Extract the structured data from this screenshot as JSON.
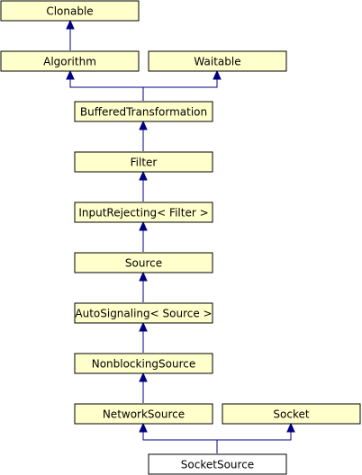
{
  "colors": {
    "node_fill": "#ffffcc",
    "focus_fill": "#ffffff",
    "node_border": "#000000",
    "edge": "#000080"
  },
  "nodes": {
    "clonable": "Clonable",
    "algorithm": "Algorithm",
    "waitable": "Waitable",
    "buffered_transformation": "BufferedTransformation",
    "filter": "Filter",
    "input_rejecting": "InputRejecting< Filter >",
    "source": "Source",
    "auto_signaling": "AutoSignaling< Source >",
    "nonblocking_source": "NonblockingSource",
    "network_source": "NetworkSource",
    "socket": "Socket",
    "socket_source": "SocketSource"
  }
}
